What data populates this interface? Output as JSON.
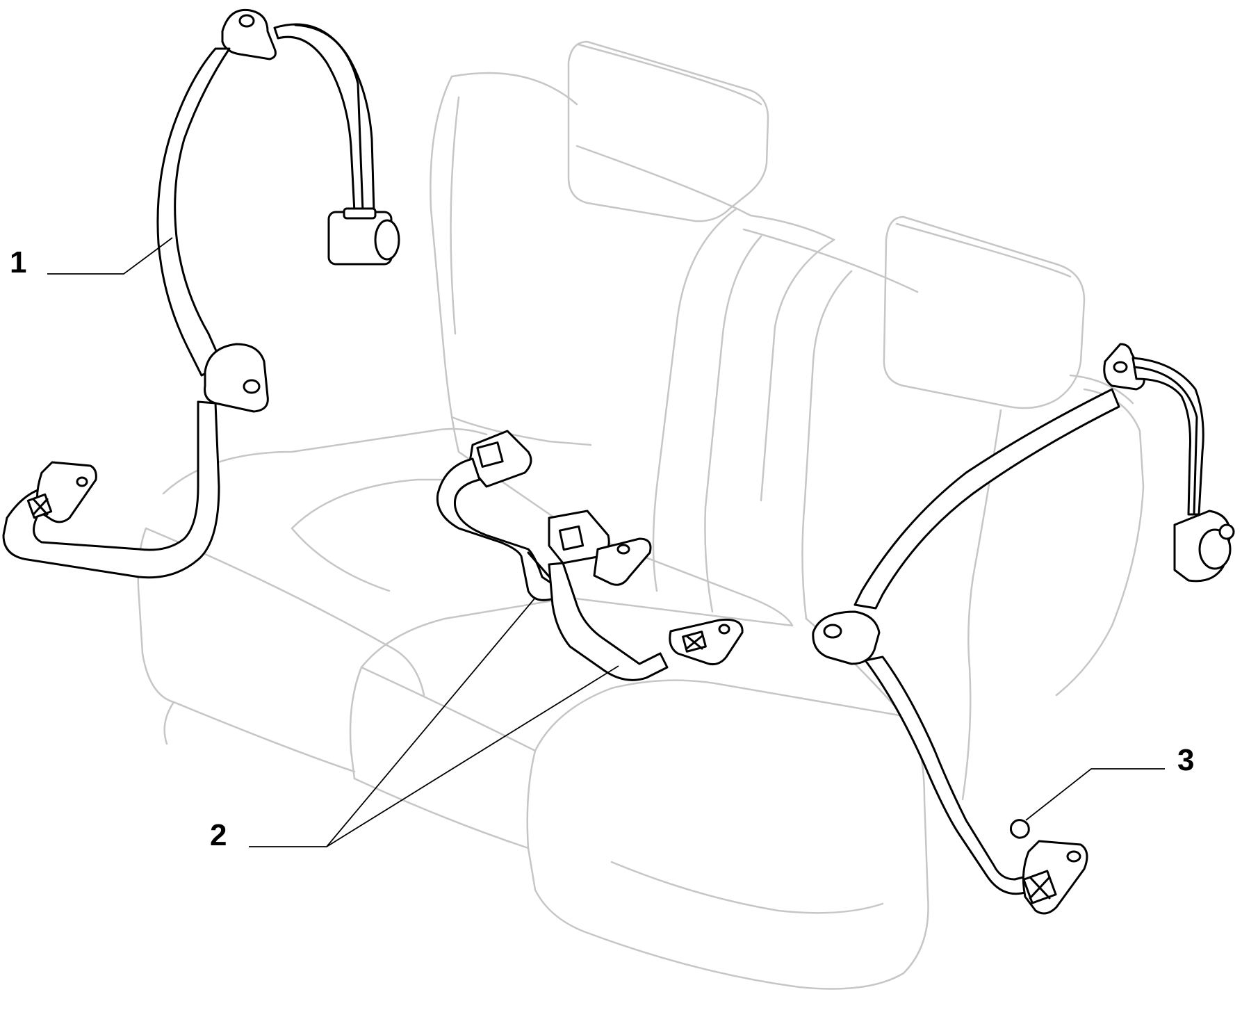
{
  "callouts": [
    {
      "id": "1",
      "label": "1"
    },
    {
      "id": "2",
      "label": "2"
    },
    {
      "id": "3",
      "label": "3"
    }
  ],
  "colors": {
    "seat_outline": "#c6c6c6",
    "belt_outline": "#000000",
    "leader_line": "#000000",
    "background": "#ffffff"
  }
}
